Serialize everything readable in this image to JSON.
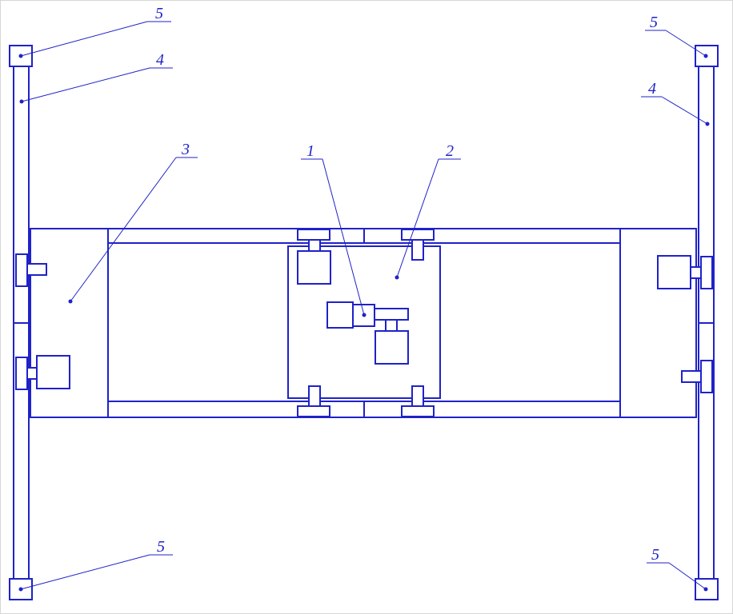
{
  "colors": {
    "line": "#1f22c8",
    "background": "#ffffff"
  },
  "labels": {
    "n1": "1",
    "n2": "2",
    "n3": "3",
    "n4_left": "4",
    "n4_right": "4",
    "n5_top_left": "5",
    "n5_top_right": "5",
    "n5_bottom_left": "5",
    "n5_bottom_right": "5"
  }
}
